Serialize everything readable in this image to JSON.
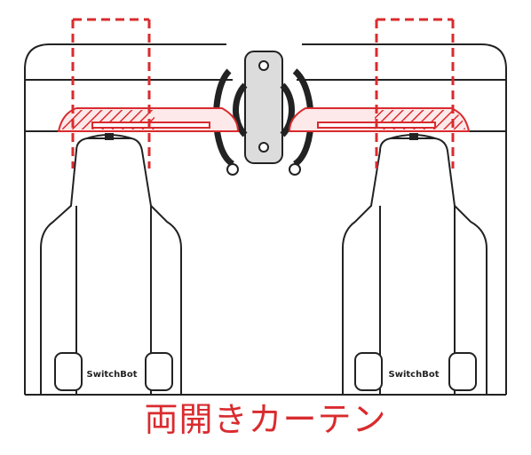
{
  "caption": "両開きカーテン",
  "devices": {
    "left_label": "SwitchBot",
    "right_label": "SwitchBot"
  },
  "colors": {
    "accent": "#d92b2e",
    "accent_fill": "#fde9e9",
    "outline": "#222222",
    "hook_plate": "#dcdcdc",
    "caption": "#d92b2e"
  }
}
